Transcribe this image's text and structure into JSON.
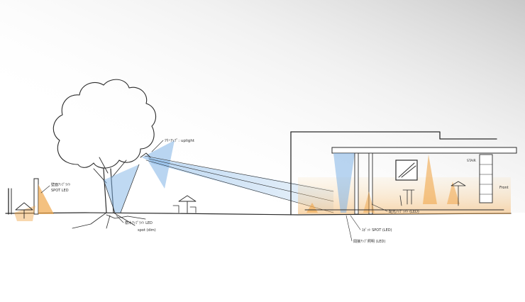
{
  "annotations": {
    "tree_uplight_top": "ﾂﾘｰｱｯﾌﾟ: uplight",
    "tree_spot_ground": "樹木ｱｯﾌﾟﾗｲﾄ LED",
    "tree_spot_sub": "spot (dim)",
    "left_wall_light": "壁面ｱｯﾌﾟﾗｲﾄ",
    "left_wall_sub": "SPOT LED",
    "building_uplight": "配光ｱｯﾌﾟﾗｲﾄ (LED)",
    "building_spot": "ｽﾎﾟｯﾄ SPOT (LED)",
    "building_floor": "間接ｱｯﾌﾟ照明 (LED)",
    "building_right_note": "Front",
    "building_side_note": "STAIR"
  },
  "colors": {
    "ink": "#2b2b2b",
    "blue_light": "#7fb3e6",
    "warm_light": "#f0a64a",
    "sky_shade": "#d9d9d9"
  }
}
